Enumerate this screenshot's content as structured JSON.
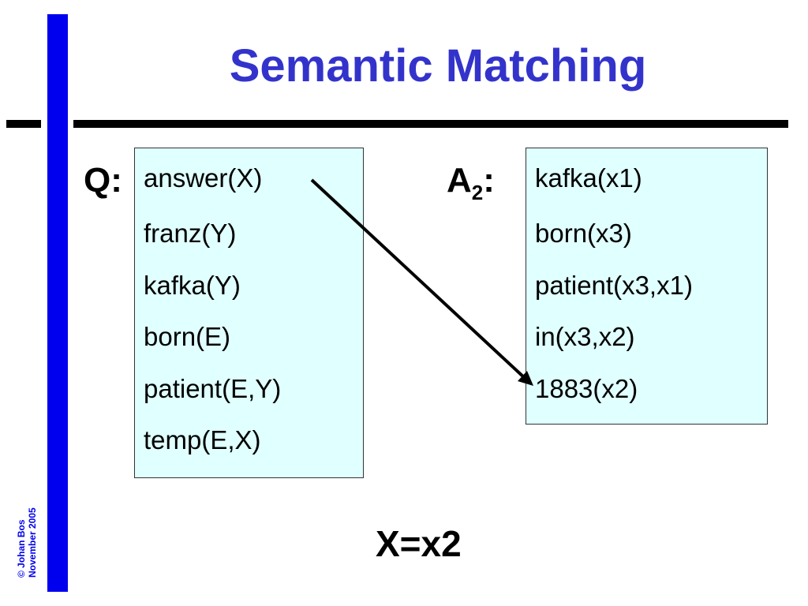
{
  "slide": {
    "title": "Semantic Matching",
    "copyright": {
      "line1": "© Johan Bos",
      "line2": "November 2005"
    },
    "query": {
      "label": "Q:",
      "predicates": [
        "answer(X)",
        "franz(Y)",
        "kafka(Y)",
        "born(E)",
        "patient(E,Y)",
        "temp(E,X)"
      ]
    },
    "answer": {
      "label_main": "A",
      "label_sub": "2",
      "label_suffix": ":",
      "predicates": [
        "kafka(x1)",
        "born(x3)",
        "patient(x3,x1)",
        "in(x3,x2)",
        "1883(x2)"
      ]
    },
    "result": "X=x2",
    "colors": {
      "title": "#3333cc",
      "accent_bar": "#0000ee",
      "box_fill": "#e0ffff"
    }
  }
}
